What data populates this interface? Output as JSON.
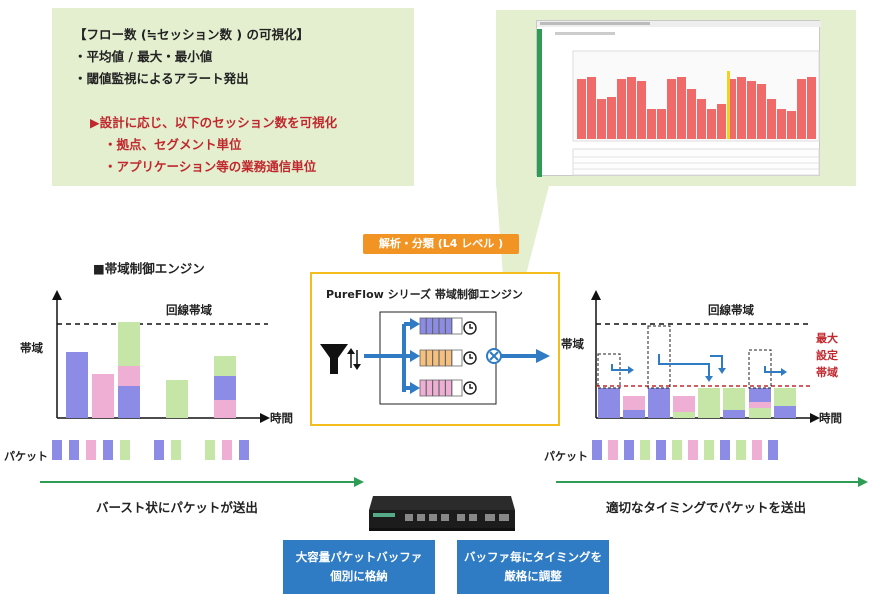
{
  "callout": {
    "title": "【フロー数 (≒セッション数 ) の可視化】",
    "bullet1": "・平均値 / 最大・最小値",
    "bullet2": "・閾値監視によるアラート発出",
    "highlight": "▶設計に応じ、以下のセッション数を可視化",
    "sub1": "・拠点、セグメント単位",
    "sub2": "・アプリケーション等の業務通信単位"
  },
  "analysis_label": "解析・分類 (L4 レベル )",
  "engine": {
    "section_title": "■帯域制御エンジン",
    "box_title": "PureFlow シリーズ 帯域制御エンジン"
  },
  "left_chart": {
    "line_label": "回線帯域",
    "y_label": "帯域",
    "x_label": "時間",
    "packet_label": "パケット",
    "caption": "バースト状にパケットが送出"
  },
  "right_chart": {
    "line_label": "回線帯域",
    "y_label": "帯域",
    "x_label": "時間",
    "max_label_1": "最大",
    "max_label_2": "設定",
    "max_label_3": "帯域",
    "packet_label": "パケット",
    "caption": "適切なタイミングでパケットを送出"
  },
  "buttons": {
    "buffer_line1": "大容量パケットバッファ",
    "buffer_line2": "個別に格納",
    "timing_line1": "バッファ毎にタイミングを",
    "timing_line2": "厳格に調整"
  },
  "colors": {
    "blue_bar": "#8c8be6",
    "pink_bar": "#efaed4",
    "green_bar": "#c5e6a6",
    "orange": "#f29424",
    "accent_blue": "#2f7cc4",
    "green_arrow": "#2e9c55"
  }
}
